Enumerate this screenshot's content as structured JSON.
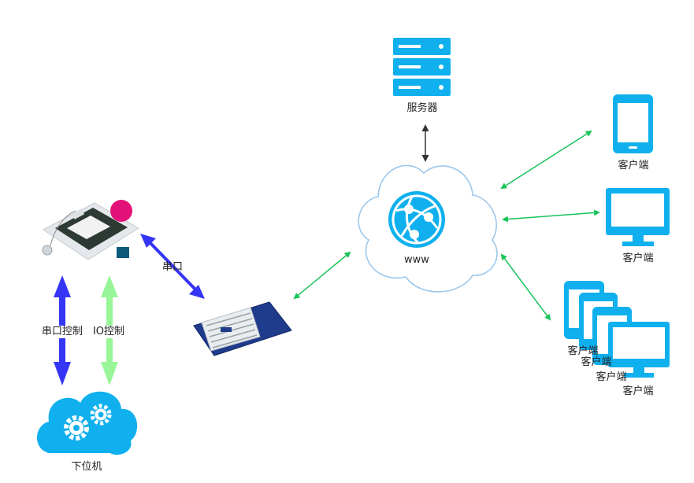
{
  "nodes": {
    "server": {
      "label": "服务器"
    },
    "cloud": {
      "label": "www"
    },
    "client_phone": {
      "label": "客户端"
    },
    "client_monitor": {
      "label": "客户端"
    },
    "client_group": {
      "labels": [
        "客户端",
        "客户端",
        "客户端",
        "客户端"
      ]
    },
    "lower_machine": {
      "label": "下位机"
    }
  },
  "links": {
    "serial": {
      "label": "串口"
    },
    "serial_control": {
      "label": "串口控制"
    },
    "io_control": {
      "label": "IO控制"
    }
  },
  "colors": {
    "cloud_stroke": "#9cc8ec",
    "device_blue": "#10b0ee",
    "green_arrow": "#18c45a",
    "blue_arrow": "#3535f5",
    "light_green_arrow": "#98f598",
    "dark_arrow": "#333333"
  }
}
